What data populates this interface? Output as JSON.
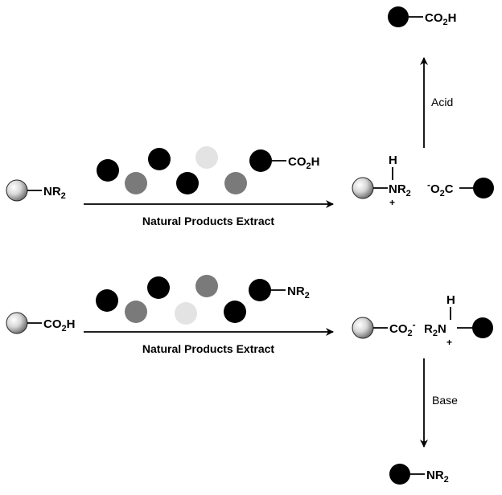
{
  "colors": {
    "black_ball": "#000000",
    "gray_ball": "#7a7a7a",
    "light_ball": "#e3e3e3",
    "resin_highlight": "#ffffff",
    "resin_shadow": "#5a5a5a",
    "line": "#000000"
  },
  "scheme_top": {
    "resin_group": {
      "main": "NR",
      "sub": "2"
    },
    "extract_acid": {
      "main": "CO",
      "sub": "2",
      "tail": "H"
    },
    "arrow_label": "Natural Products Extract",
    "product_h": "H",
    "product_amine": {
      "main": "NR",
      "sub": "2"
    },
    "product_plus": "+",
    "product_carboxylate": {
      "charge": "-",
      "main": "O",
      "sub": "2",
      "tail": "C"
    },
    "release_label": "Acid",
    "released_acid": {
      "main": "CO",
      "sub": "2",
      "tail": "H"
    }
  },
  "scheme_bottom": {
    "resin_group": {
      "main": "CO",
      "sub": "2",
      "tail": "H"
    },
    "extract_amine": {
      "main": "NR",
      "sub": "2"
    },
    "arrow_label": "Natural Products Extract",
    "product_carboxylate": {
      "main": "CO",
      "sub": "2",
      "charge": "-"
    },
    "product_h": "H",
    "product_ammonium": {
      "main": "R",
      "sub": "2",
      "tail": "N"
    },
    "product_plus": "+",
    "release_label": "Base",
    "released_amine": {
      "main": "NR",
      "sub": "2"
    }
  }
}
